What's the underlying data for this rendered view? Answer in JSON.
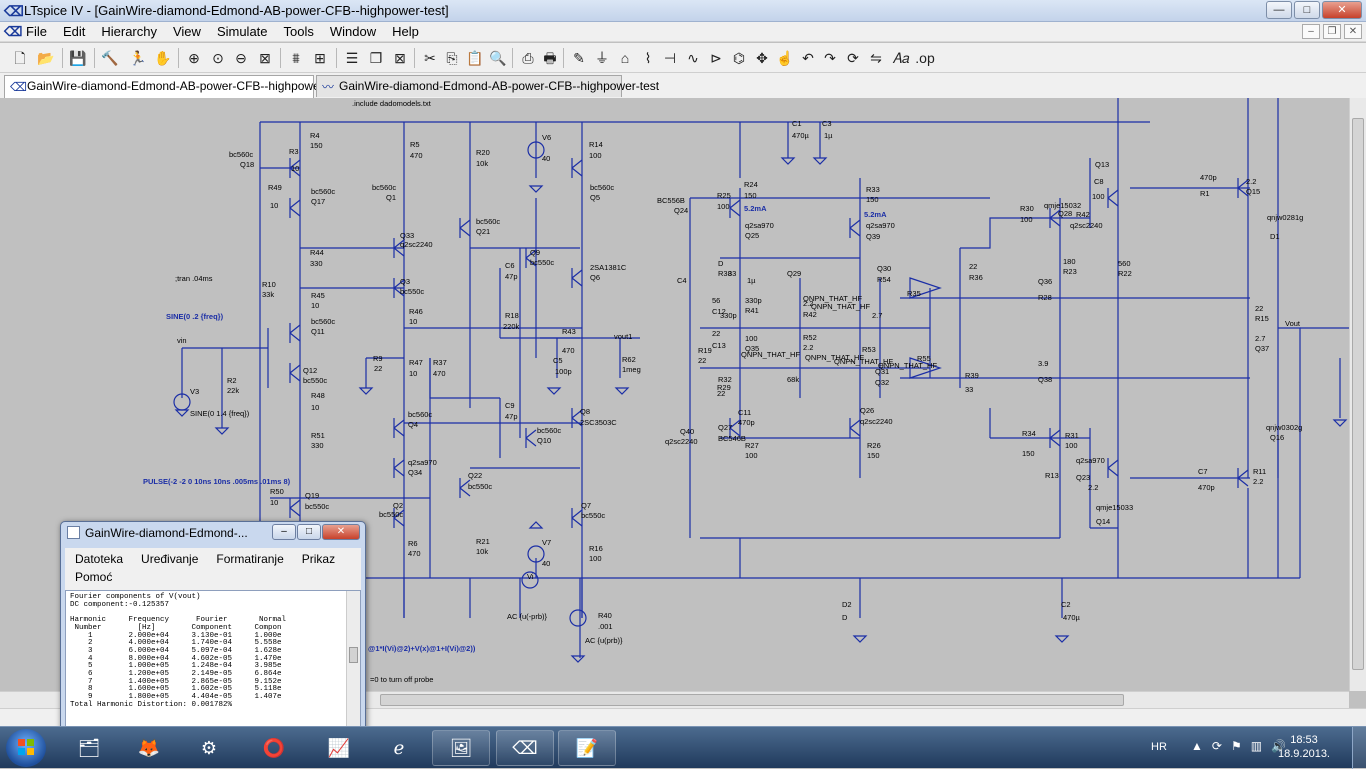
{
  "window": {
    "title": "LTspice IV - [GainWire-diamond-Edmond-AB-power-CFB--highpower-test]",
    "minimize": "—",
    "maximize": "□",
    "close": "✕"
  },
  "menubar": {
    "items": [
      "File",
      "Edit",
      "Hierarchy",
      "View",
      "Simulate",
      "Tools",
      "Window",
      "Help"
    ]
  },
  "tabs": [
    {
      "label": "GainWire-diamond-Edmond-AB-power-CFB--highpower-test",
      "icon": "schematic-icon"
    },
    {
      "label": "GainWire-diamond-Edmond-AB-power-CFB--highpower-test",
      "icon": "waveform-icon"
    }
  ],
  "schematic": {
    "directives": {
      "include": ".include dadomodels.txt",
      "tran": ";tran .04ms",
      "probe_note": "=0 to turn off probe",
      "probe_expr": "@1*I(Vi)@2)+V(x)@1+I(Vi)@2))"
    },
    "sources": {
      "sine_main": "SINE(0 .2 {freq})",
      "sine_v3": "SINE(0 1.4 {freq})",
      "pulse": "PULSE(-2 -2 0 10ns 10ns .005ms .01ms 8)",
      "ac1": "AC {u(-prb)}",
      "ac2": "AC {u(prb)}"
    },
    "nets": {
      "vin": "vin",
      "vout1": "vout1",
      "vout": "Vout",
      "cur1": "5.2mA",
      "cur2": "5.2mA"
    },
    "labels": [
      "R4",
      "150",
      "R3",
      "10",
      "bc560c",
      "Q18",
      "R49",
      "10",
      "bc560c",
      "Q17",
      "R5",
      "470",
      "R20",
      "10k",
      "V6",
      "40",
      "R14",
      "100",
      "bc560c",
      "Q1",
      "bc560c",
      "Q21",
      "bc560c",
      "Q5",
      "Q33",
      "q2sc2240",
      "R44",
      "330",
      "Q3",
      "bc550c",
      "Q9",
      "bc550c",
      "C6",
      "47p",
      "2SA1381C",
      "Q6",
      "R10",
      "33k",
      "R45",
      "10",
      "R46",
      "10",
      "R18",
      "220k",
      "bc560c",
      "Q11",
      "R43",
      "470",
      "R62",
      "1meg",
      "C5",
      "100p",
      "R9",
      "22",
      "R47",
      "10",
      "R37",
      "470",
      "V3",
      "R2",
      "22k",
      "Q12",
      "bc550c",
      "R48",
      "10",
      "C9",
      "47p",
      "Q8",
      "2SC3503C",
      "bc560c",
      "Q4",
      "R51",
      "330",
      "bc560c",
      "Q10",
      "q2sa970",
      "Q34",
      "Q22",
      "bc550c",
      "R50",
      "10",
      "Q19",
      "bc550c",
      "Q2",
      "bc550c",
      "Q7",
      "bc550c",
      "R6",
      "470",
      "R21",
      "10k",
      "V7",
      "40",
      "R16",
      "100",
      "Vi",
      "R40",
      ".001",
      "C1",
      "470µ",
      "C3",
      "1µ",
      "BC556B",
      "Q24",
      "R25",
      "100",
      "R24",
      "150",
      "q2sa970",
      "Q25",
      "R33",
      "150",
      "q2sa970",
      "Q39",
      "R30",
      "100",
      "qmje15032",
      "Q28",
      "q2sc2240",
      "R42",
      "100",
      "Q13",
      "C8",
      "470p",
      "R1",
      "2.2",
      "Q15",
      "qnjw0281g",
      "D1",
      "D",
      "R38",
      "33",
      "Q29",
      "Q30",
      "R54",
      "22",
      "R36",
      "180",
      "R23",
      "560",
      "R22",
      "56",
      "C12",
      "330p",
      "R41",
      "2.2",
      "R42",
      "2.7",
      "Q36",
      "R28",
      "22",
      "R15",
      "22",
      "C13",
      "330p",
      "R35",
      "100",
      "Q35",
      "R52",
      "2.2",
      "R53",
      "2.7",
      "Q37",
      "R19",
      "22",
      "R32",
      "68k",
      "Q31",
      "Q32",
      "R55",
      "3.9",
      "Q38",
      "R29",
      "22",
      "R39",
      "33",
      "C11",
      "470p",
      "Q26",
      "q2sc2240",
      "Q40",
      "q2sc2240",
      "Q27",
      "BC546B",
      "R27",
      "100",
      "R26",
      "150",
      "R34",
      "150",
      "R31",
      "100",
      "q2sa970",
      "Q23",
      "R13",
      "2.2",
      "qmje15033",
      "Q14",
      "C7",
      "470p",
      "R11",
      "2.2",
      "qnjw0302g",
      "Q16",
      "D2",
      "D",
      "C2",
      "470µ",
      "C4",
      "1µ",
      "QNPN_THAT_HF",
      "QNPN_THAT_HF",
      "QNPN_THAT_HF",
      "QNPN_THAT_HF",
      "QNPN_THAT_HF",
      "QNPN_THAT_HF",
      "QNPN_THAT_HF",
      "QNPN_THAT_HF"
    ]
  },
  "notepad": {
    "title": "GainWire-diamond-Edmond-...",
    "menu_row1": [
      "Datoteka",
      "Uređivanje",
      "Formatiranje",
      "Prikaz"
    ],
    "menu_row2": [
      "Pomoć"
    ],
    "content": "Fourier components of V(vout)\nDC component:-0.125357\n\nHarmonic     Frequency      Fourier       Normal\n Number        [Hz]        Component     Compon\n    1        2.000e+04     3.130e-01     1.000e\n    2        4.000e+04     1.740e-04     5.558e\n    3        6.000e+04     5.097e-04     1.628e\n    4        8.000e+04     4.602e-05     1.470e\n    5        1.000e+05     1.248e-04     3.985e\n    6        1.200e+05     2.149e-05     6.864e\n    7        1.400e+05     2.865e-05     9.152e\n    8        1.600e+05     1.602e-05     5.118e\n    9        1.800e+05     4.404e-05     1.407e\nTotal Harmonic Distortion: 0.001782%"
  },
  "taskbar": {
    "language": "HR",
    "time": "18:53",
    "date": "18.9.2013."
  }
}
